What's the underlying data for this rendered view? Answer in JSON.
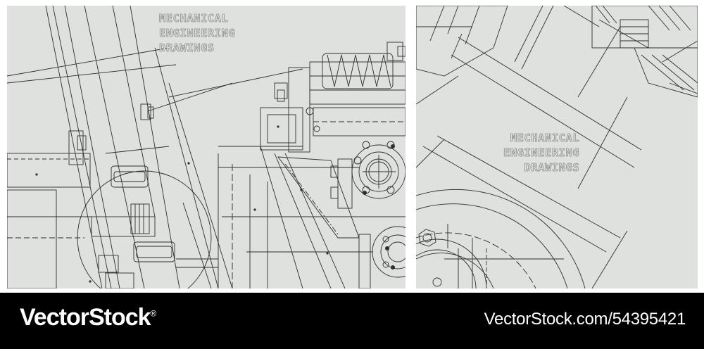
{
  "left_panel": {
    "title_lines": [
      "MECHANICAL",
      "ENGINEERING",
      "DRAWINGS"
    ]
  },
  "right_panel": {
    "title_lines": [
      "MECHANICAL",
      "ENGINEERING",
      "DRAWINGS"
    ]
  },
  "footer": {
    "brand": "VectorStock",
    "registered_mark": "®",
    "image_id": "VectorStock.com/54395421"
  },
  "colors": {
    "panel_background": "#dfe1de",
    "line": "#2e2e2e",
    "title_outline": "#8c8f8c",
    "footer_background": "#000000",
    "footer_text": "#ffffff"
  }
}
